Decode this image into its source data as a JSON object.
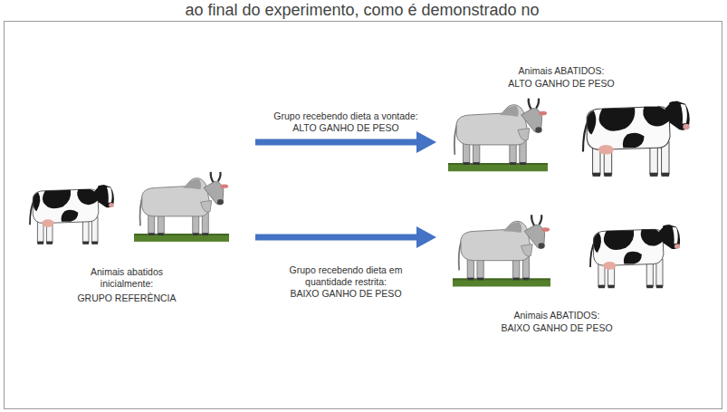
{
  "diagram": {
    "nodes": [
      {
        "text": [
          "Animais abatidos inicialmente:",
          "GRUPO REFERÊNCIA"
        ]
      },
      {
        "text": [
          "Animais ABATIDOS:",
          "ALTO GANHO DE PESO"
        ]
      },
      {
        "text": [
          "Animais ABATIDOS:",
          "BAIXO GANHO DE PESO"
        ]
      }
    ],
    "edges": [
      {
        "from": 0,
        "to": 1,
        "arrow": "to",
        "label": "Grupo recebendo dieta a vontade: ALTO GANHO DE PESO"
      },
      {
        "from": 0,
        "to": 2,
        "arrow": "to",
        "label": "Grupo recebendo dieta em quantidade restrita: BAIXO GANHO DE PESO"
      }
    ],
    "labels": [
      "ao final do experimento, como é demonstrado no"
    ]
  }
}
